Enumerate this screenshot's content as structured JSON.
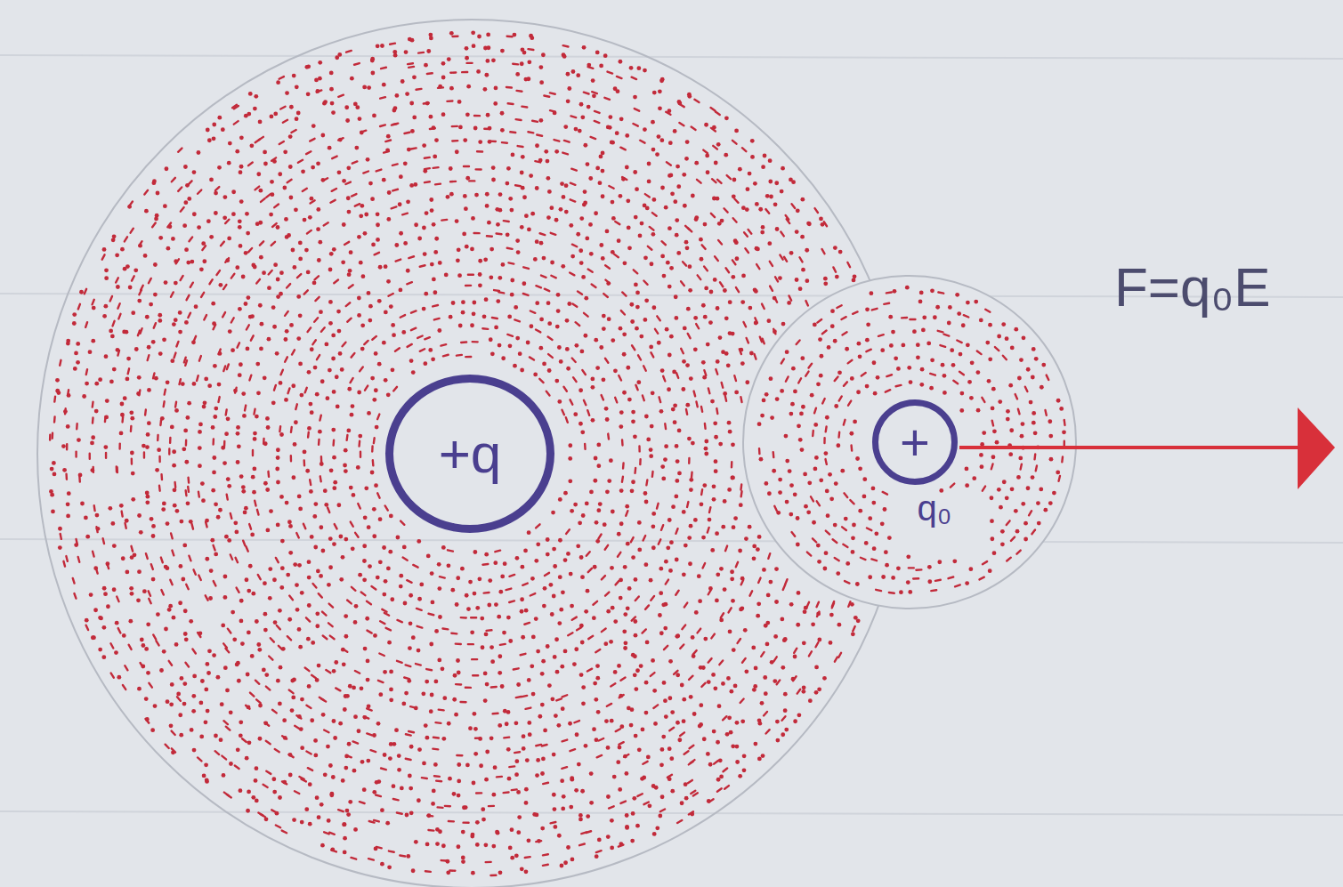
{
  "diagram": {
    "nodes": [
      {
        "text": [
          "+q"
        ]
      },
      {
        "text": [
          "+",
          "q₀"
        ]
      }
    ],
    "labels": [
      "F=q₀E"
    ]
  }
}
